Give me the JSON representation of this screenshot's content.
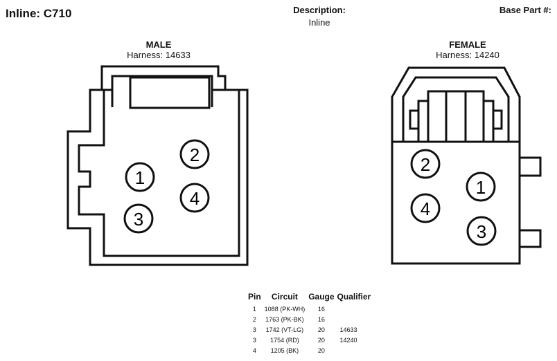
{
  "header": {
    "title": "Inline: C710",
    "description_label": "Description:",
    "description_value": "Inline",
    "base_part_label": "Base Part #:"
  },
  "male": {
    "label": "MALE",
    "harness": "Harness: 14633",
    "pins": [
      "1",
      "2",
      "3",
      "4"
    ]
  },
  "female": {
    "label": "FEMALE",
    "harness": "Harness: 14240",
    "pins": [
      "1",
      "2",
      "3",
      "4"
    ]
  },
  "pin_table": {
    "headers": [
      "Pin",
      "Circuit",
      "Gauge",
      "Qualifier"
    ],
    "rows": [
      {
        "pin": "1",
        "circuit": "1088 (PK-WH)",
        "gauge": "16",
        "qualifier": ""
      },
      {
        "pin": "2",
        "circuit": "1763 (PK-BK)",
        "gauge": "16",
        "qualifier": ""
      },
      {
        "pin": "3",
        "circuit": "1742 (VT-LG)",
        "gauge": "20",
        "qualifier": "14633"
      },
      {
        "pin": "3",
        "circuit": "1754 (RD)",
        "gauge": "20",
        "qualifier": "14240"
      },
      {
        "pin": "4",
        "circuit": "1205 (BK)",
        "gauge": "20",
        "qualifier": ""
      }
    ]
  }
}
